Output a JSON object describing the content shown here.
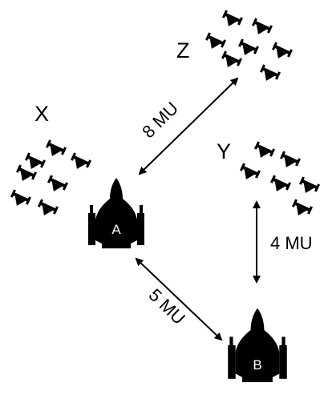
{
  "groups": {
    "x": {
      "label": "X"
    },
    "y": {
      "label": "Y"
    },
    "z": {
      "label": "Z"
    }
  },
  "ships": {
    "a": {
      "label": "A"
    },
    "b": {
      "label": "B"
    }
  },
  "distances": {
    "a_to_z": "8 MU",
    "b_to_y": "4 MU",
    "a_to_b": "5 MU"
  },
  "icons": {
    "fighter": "small-fighter-icon",
    "capital": "capital-ship-icon"
  },
  "colors": {
    "ink": "#000000",
    "background": "#ffffff"
  }
}
